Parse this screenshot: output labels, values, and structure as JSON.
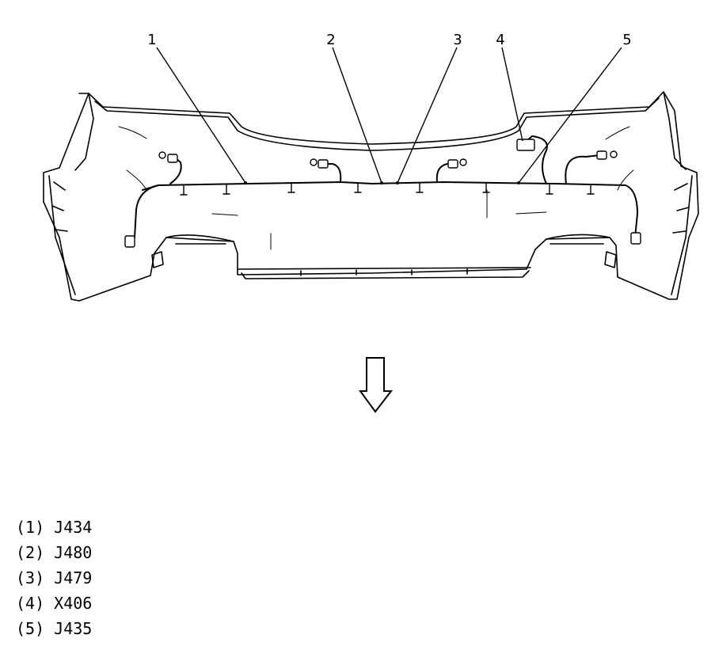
{
  "callouts": [
    {
      "number": "1",
      "code": "J434"
    },
    {
      "number": "2",
      "code": "J480"
    },
    {
      "number": "3",
      "code": "J479"
    },
    {
      "number": "4",
      "code": "X406"
    },
    {
      "number": "5",
      "code": "J435"
    }
  ],
  "legend": [
    "(1) J434",
    "(2) J480",
    "(3) J479",
    "(4) X406",
    "(5) J435"
  ],
  "icons": {
    "direction": "down-arrow-icon"
  },
  "colors": {
    "line": "#000000",
    "background": "#ffffff"
  }
}
